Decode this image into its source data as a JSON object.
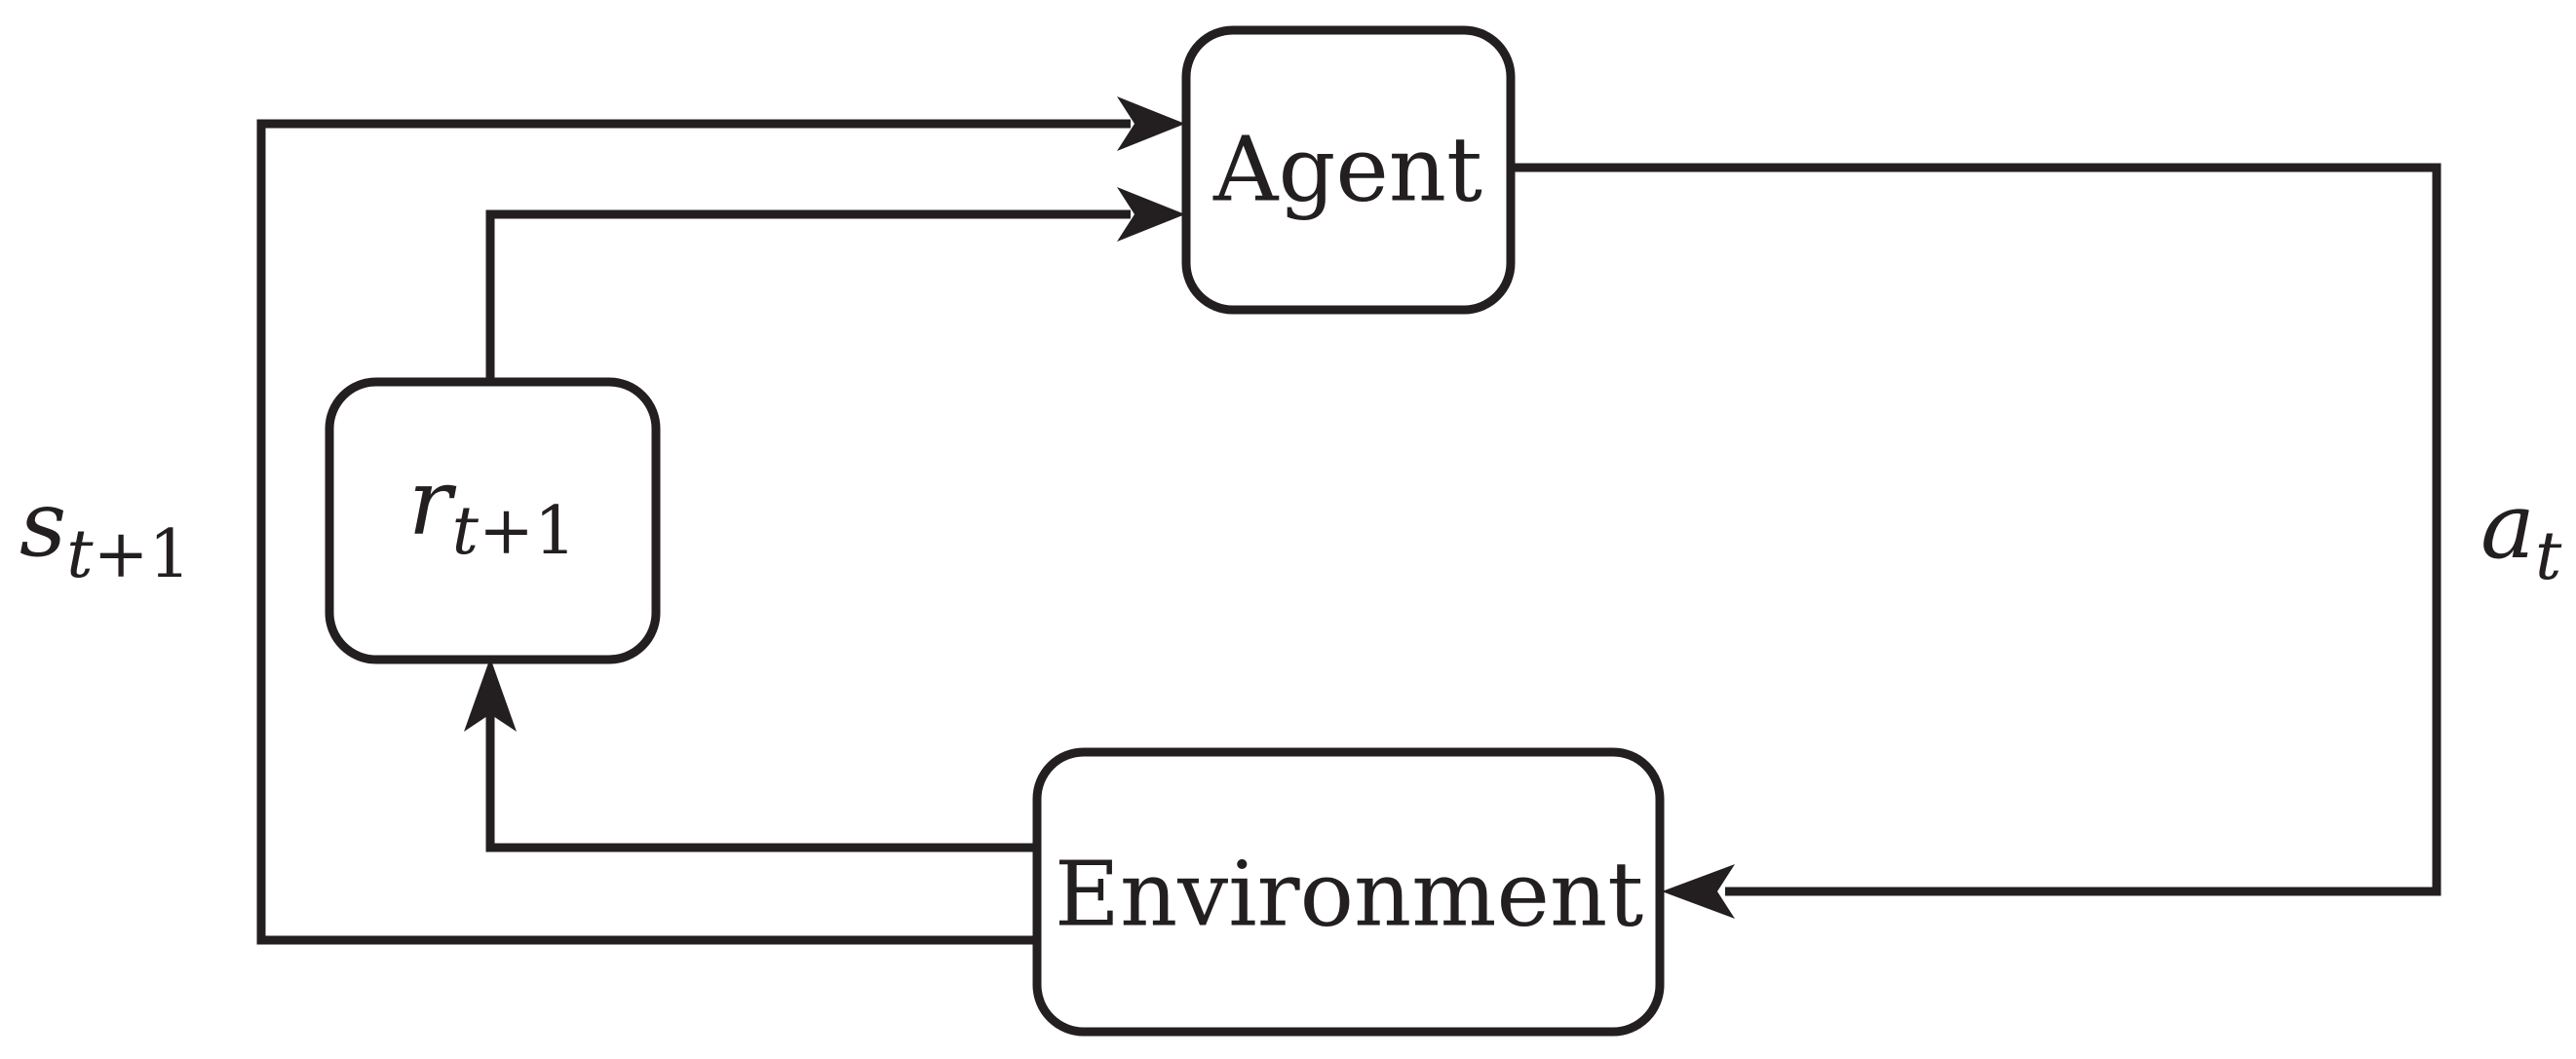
{
  "diagram": {
    "nodes": {
      "agent": {
        "label": "Agent"
      },
      "environment": {
        "label": "Environment"
      },
      "reward": {
        "symbol": "r",
        "subscript_var": "t",
        "subscript_rest": "+1"
      }
    },
    "edges": {
      "action": {
        "symbol": "a",
        "subscript": "t"
      },
      "next_state": {
        "symbol": "s",
        "subscript_var": "t",
        "subscript_rest": "+1"
      }
    },
    "colors": {
      "stroke": "#231f20",
      "background": "#ffffff"
    }
  }
}
